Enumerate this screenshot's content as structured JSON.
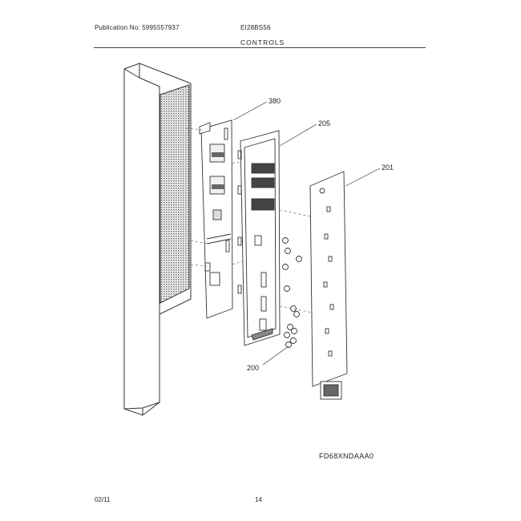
{
  "header": {
    "publication": "Publication No: 5995557937",
    "model": "EI28BS56",
    "section": "CONTROLS"
  },
  "callouts": {
    "c380": "380",
    "c205": "205",
    "c201": "201",
    "c200": "200"
  },
  "diagram_code": "FD68XNDAAA0",
  "footer": {
    "date": "02/11",
    "page": "14"
  }
}
